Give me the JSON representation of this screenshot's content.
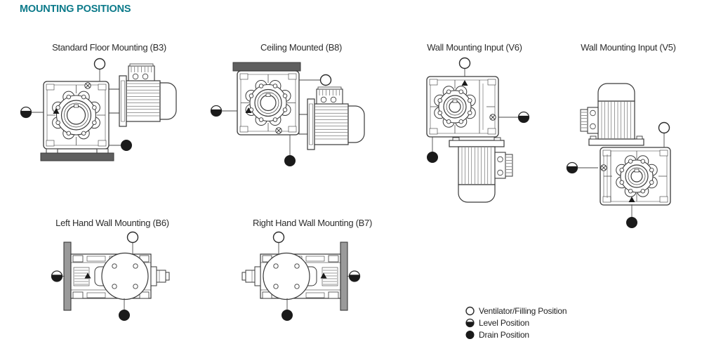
{
  "header": {
    "title": "MOUNTING POSITIONS"
  },
  "accent_color": "#0c7a8a",
  "diagrams": [
    {
      "id": "b3",
      "label": "Standard Floor Mounting (B3)"
    },
    {
      "id": "b8",
      "label": "Ceiling Mounted (B8)"
    },
    {
      "id": "v6",
      "label": "Wall Mounting Input (V6)"
    },
    {
      "id": "v5",
      "label": "Wall Mounting Input (V5)"
    },
    {
      "id": "b6",
      "label": "Left Hand Wall Mounting (B6)"
    },
    {
      "id": "b7",
      "label": "Right Hand Wall Mounting (B7)"
    }
  ],
  "legend": {
    "items": [
      {
        "symbol": "ventilator-symbol",
        "label": "Ventilator/Filling Position"
      },
      {
        "symbol": "level-symbol",
        "label": "Level Position"
      },
      {
        "symbol": "drain-symbol",
        "label": "Drain Position"
      }
    ]
  }
}
